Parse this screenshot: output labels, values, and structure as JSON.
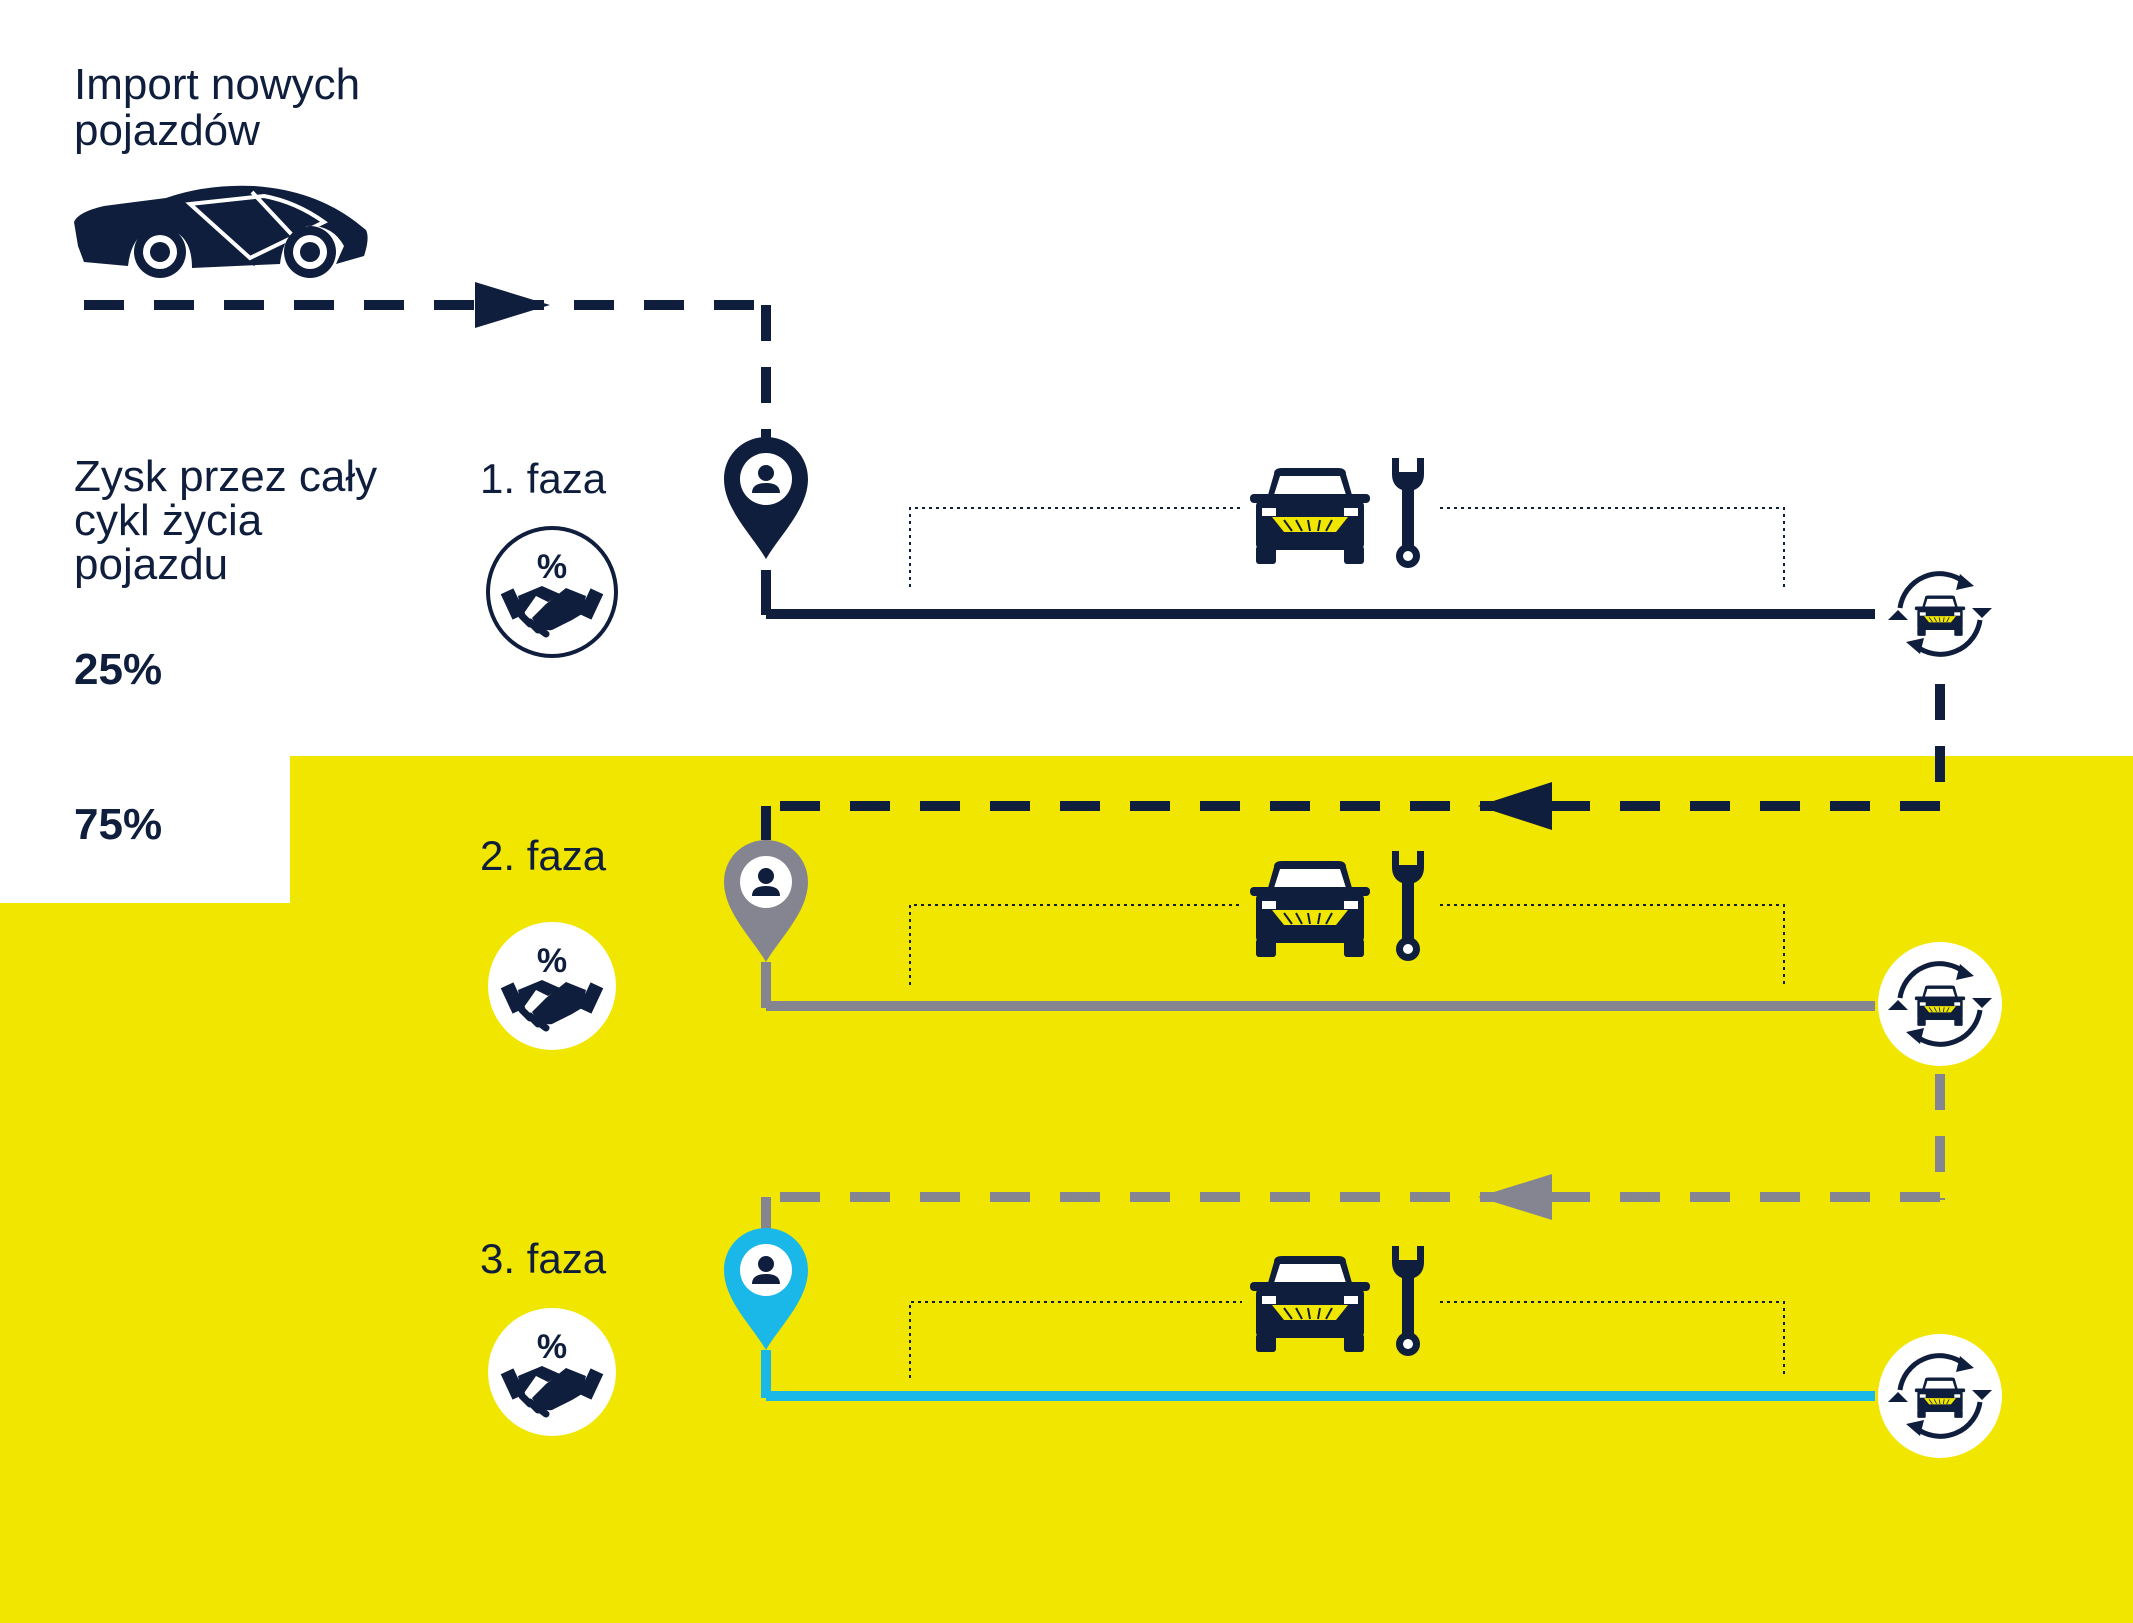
{
  "import": {
    "title": "Import nowych\npojazdów"
  },
  "profit": {
    "title": "Zysk przez cały\ncykl życia\npojazdu",
    "share_phase1": "25%",
    "share_later": "75%"
  },
  "phases": [
    {
      "label": "1. faza",
      "color": "#0f1e3c"
    },
    {
      "label": "2. faza",
      "color": "#858592"
    },
    {
      "label": "3. faza",
      "color": "#1ab8e8"
    }
  ],
  "colors": {
    "navy": "#0f1e3c",
    "gray": "#858592",
    "cyan": "#1ab8e8",
    "yellow": "#f0e600",
    "white": "#ffffff"
  },
  "icons": {
    "import_vehicle": "sports-car-icon",
    "phase_pin": "location-pin-person-icon",
    "deal": "handshake-percent-icon",
    "service": "car-front-wrench-icon",
    "cycle": "car-cycle-arrows-icon"
  }
}
